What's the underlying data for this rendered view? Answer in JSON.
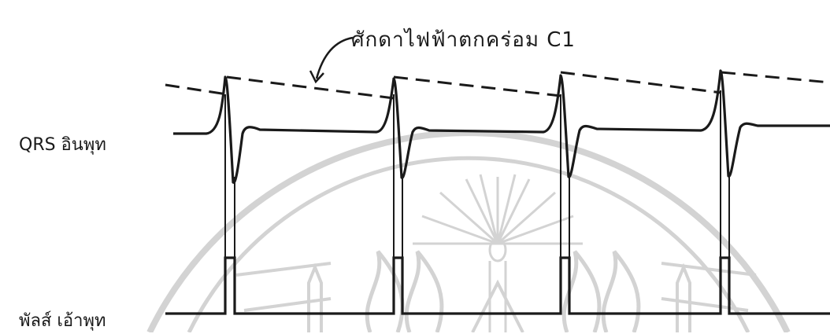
{
  "labels": {
    "capacitor_decay": "ศักดาไฟฟ้าตกคร่อม C1",
    "qrs_input": "QRS อินพุท",
    "pulse_output": "พัลส์ เอ้าพุท"
  },
  "colors": {
    "ink": "#1a1a1a",
    "watermark": "#cfcfcf",
    "background": "#ffffff"
  },
  "watermark": {
    "type": "university-seal",
    "icon": "sunburst-emblem-watermark"
  }
}
